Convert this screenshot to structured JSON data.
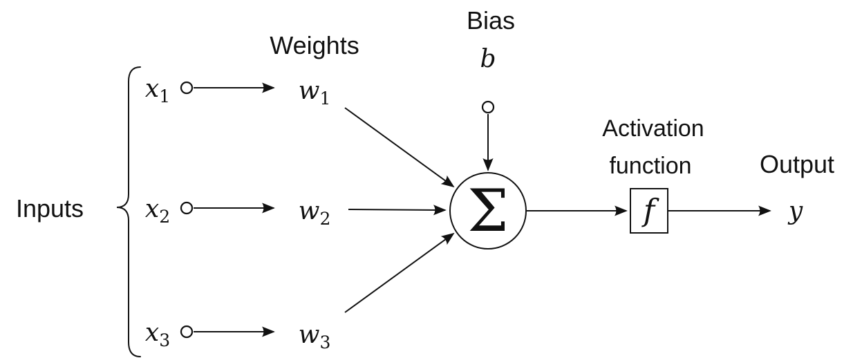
{
  "diagram": {
    "inputs_label": "Inputs",
    "weights_label": "Weights",
    "bias_label": "Bias",
    "bias_symbol": "b",
    "sum_symbol": "Σ",
    "activation_line1": "Activation",
    "activation_line2": "function",
    "activation_symbol": "f",
    "output_label": "Output",
    "output_symbol": "y",
    "rows": [
      {
        "input": "x",
        "input_sub": "1",
        "weight": "w",
        "weight_sub": "1"
      },
      {
        "input": "x",
        "input_sub": "2",
        "weight": "w",
        "weight_sub": "2"
      },
      {
        "input": "x",
        "input_sub": "3",
        "weight": "w",
        "weight_sub": "3"
      }
    ],
    "colors": {
      "ink": "#111111",
      "background": "#ffffff"
    }
  }
}
